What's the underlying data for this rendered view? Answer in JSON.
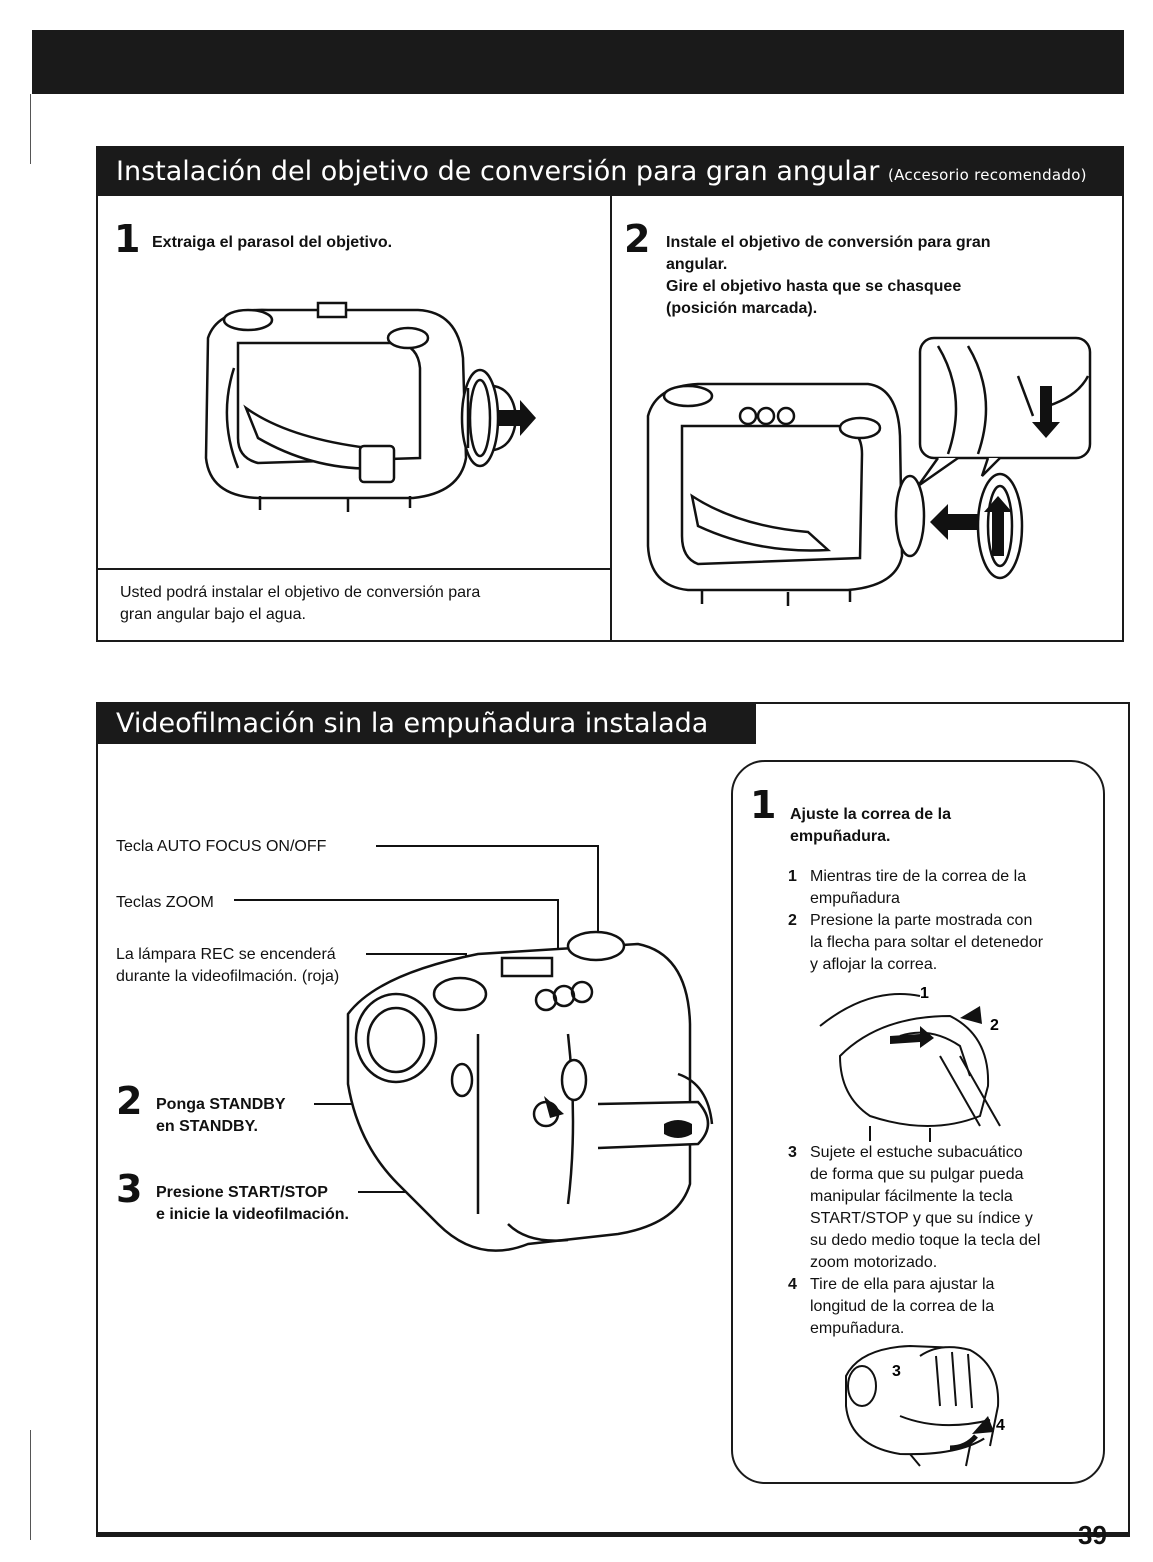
{
  "section1": {
    "title_main": "Instalación del objetivo de conversión para gran angular",
    "title_note": "(Accesorio recomendado)",
    "step1": {
      "number": "1",
      "text": "Extraiga el parasol del objetivo."
    },
    "step2": {
      "number": "2",
      "line1": "Instale el objetivo de conversión para gran",
      "line2": "angular.",
      "line3": "Gire el objetivo hasta que se chasquee",
      "line4": "(posición marcada)."
    },
    "note": {
      "line1": "Usted podrá instalar el objetivo de conversión para",
      "line2": "gran angular bajo el agua."
    }
  },
  "section2": {
    "title": "Videofilmación sin la empuñadura instalada",
    "labels": {
      "auto_focus": "Tecla AUTO FOCUS ON/OFF",
      "zoom": "Teclas ZOOM",
      "rec_line1": "La lámpara REC se encenderá",
      "rec_line2": "durante la videofilmación. (roja)"
    },
    "step2": {
      "number": "2",
      "line1": "Ponga STANDBY",
      "line2": "en STANDBY."
    },
    "step3": {
      "number": "3",
      "line1": "Presione START/STOP",
      "line2": "e inicie la videofilmación."
    },
    "grip": {
      "number": "1",
      "title_line1": "Ajuste la correa de la",
      "title_line2": "empuñadura.",
      "items": [
        {
          "n": "1",
          "lines": [
            "Mientras tire de la correa de la",
            "empuñadura"
          ]
        },
        {
          "n": "2",
          "lines": [
            "Presione la parte mostrada con",
            "la flecha para soltar el detenedor",
            "y aflojar la correa."
          ]
        },
        {
          "n": "3",
          "lines": [
            "Sujete el estuche subacuático",
            "de forma que su pulgar pueda",
            "manipular fácilmente la tecla",
            "START/STOP y que su índice y",
            "su dedo medio toque la tecla del",
            "zoom motorizado."
          ]
        },
        {
          "n": "4",
          "lines": [
            "Tire de ella para ajustar la",
            "longitud de la correa de la",
            "empuñadura."
          ]
        }
      ],
      "fig1_labels": [
        "1",
        "2"
      ],
      "fig2_labels": [
        "3",
        "4"
      ]
    }
  },
  "page_number": "39"
}
